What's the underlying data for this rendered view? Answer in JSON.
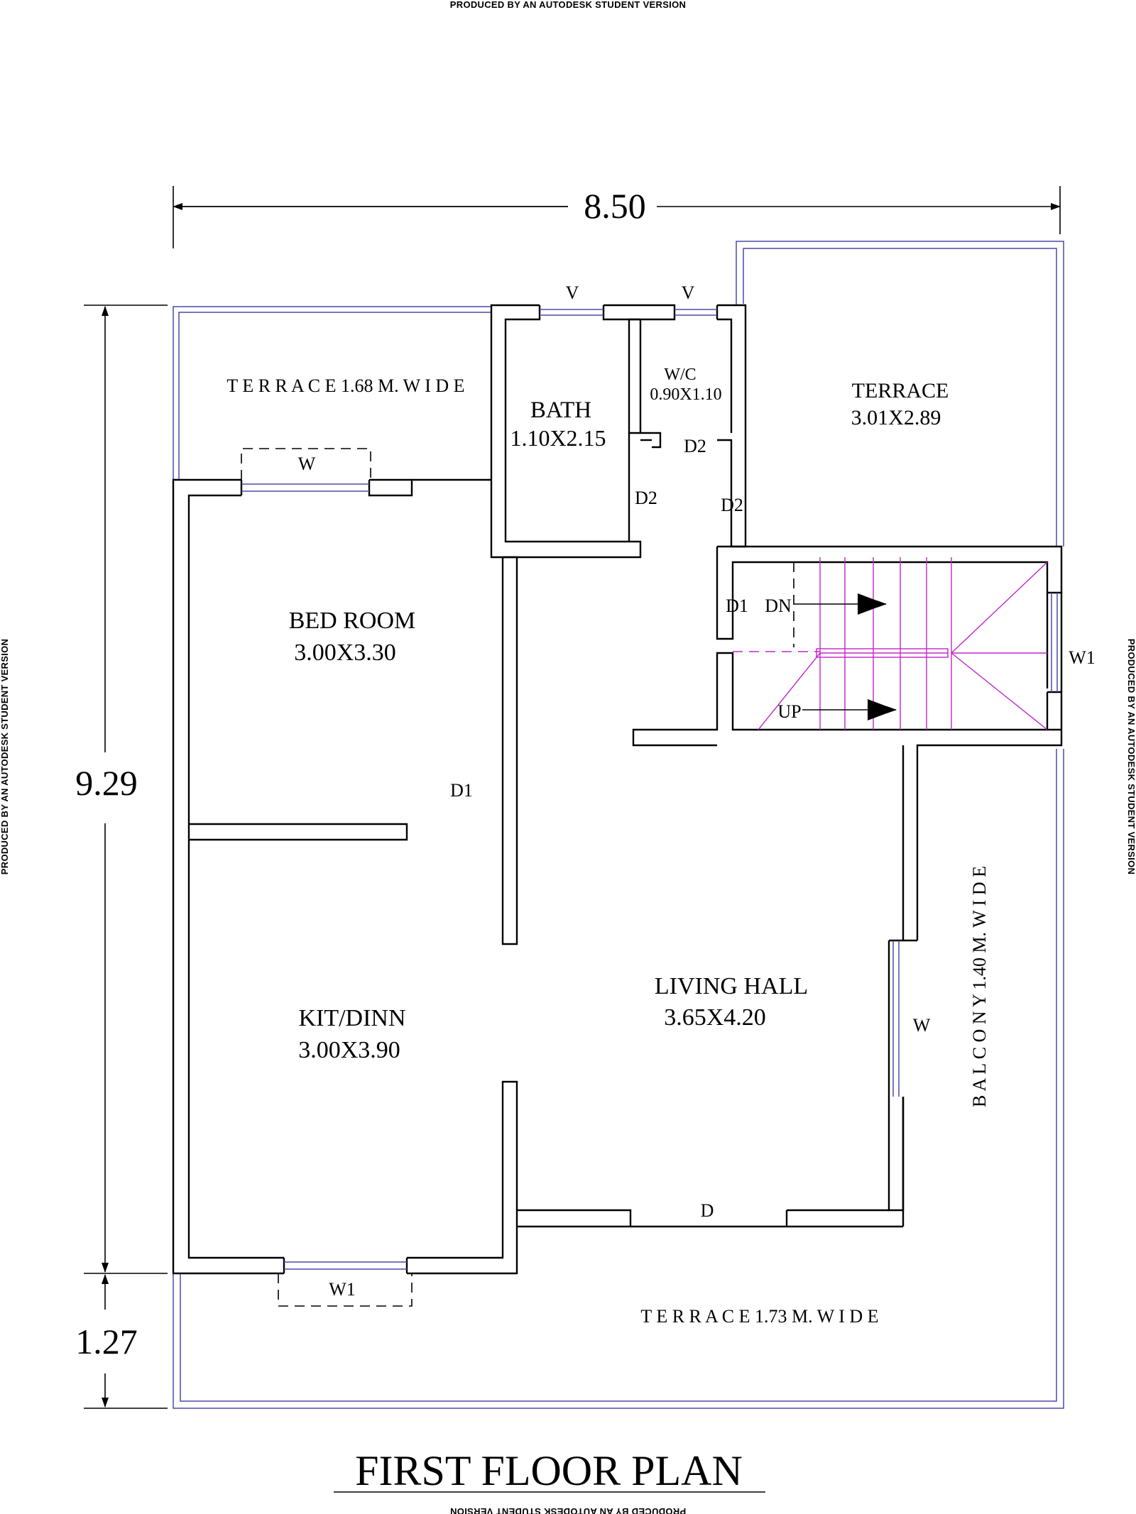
{
  "watermark": "PRODUCED BY AN AUTODESK STUDENT VERSION",
  "title": "FIRST FLOOR PLAN",
  "dimensions": {
    "overall_width": "8.50",
    "overall_depth": "9.29",
    "front_terrace_depth": "1.27"
  },
  "rooms": {
    "terrace_rear_left": "T E R R A C E 1.68 M. W I D E",
    "bath_name": "BATH",
    "bath_size": "1.10X2.15",
    "wc_name": "W/C",
    "wc_size": "0.90X1.10",
    "terrace_right_name": "TERRACE",
    "terrace_right_size": "3.01X2.89",
    "bedroom_name": "BED ROOM",
    "bedroom_size": "3.00X3.30",
    "kitchen_name": "KIT/DINN",
    "kitchen_size": "3.00X3.90",
    "living_name": "LIVING HALL",
    "living_size": "3.65X4.20",
    "balcony": "B A L C O N Y 1.40 M. W I D E",
    "terrace_front": "T E R R A C E 1.73 M. W I D E"
  },
  "openings": {
    "v_bath": "V",
    "v_wc": "V",
    "w_bedroom": "W",
    "d2_bath": "D2",
    "d2_wc": "D2",
    "d2_terrace": "D2",
    "d1_stair": "D1",
    "w1_stair": "W1",
    "d1_bedroom": "D1",
    "w_living": "W",
    "d_living": "D",
    "w1_kitchen": "W1"
  },
  "stair": {
    "down": "DN",
    "up": "UP"
  }
}
